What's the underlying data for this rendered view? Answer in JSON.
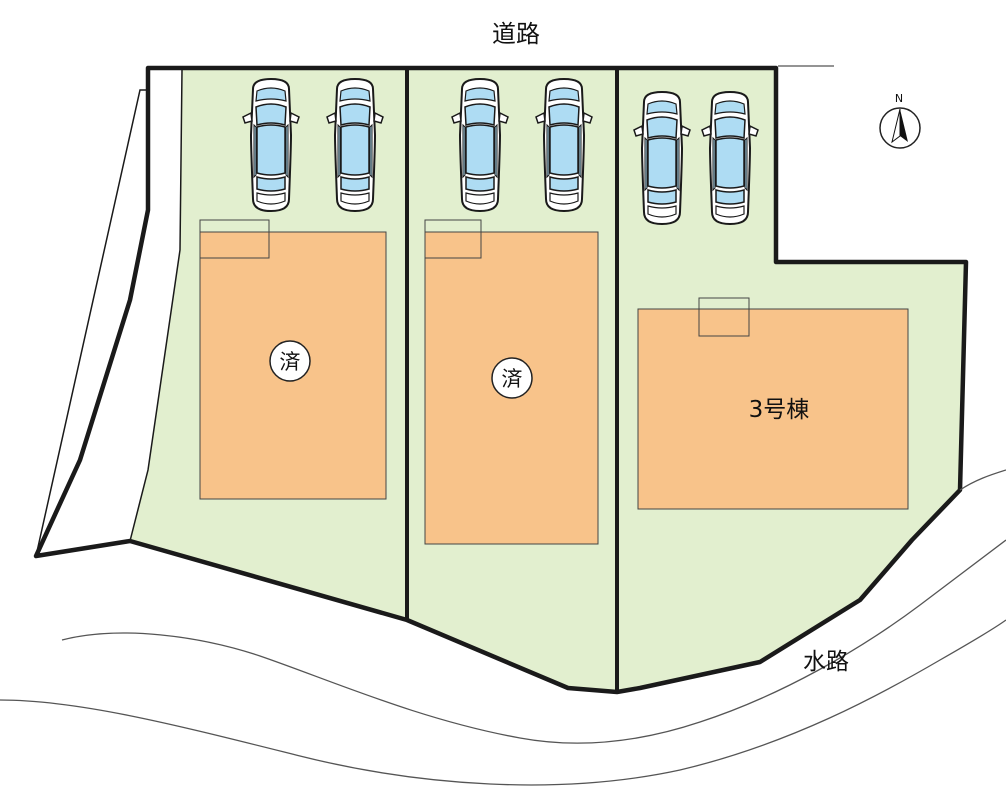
{
  "labels": {
    "road": "道路",
    "waterway": "水路",
    "compass_n": "N",
    "lot1_status": "済",
    "lot2_status": "済",
    "lot3_name": "3号棟"
  },
  "colors": {
    "lot_fill": "#e2efcf",
    "house_fill": "#f8c38a",
    "car_glass": "#aedcf3",
    "outline": "#1a1a1a"
  },
  "icons": {
    "compass": "north-arrow-icon",
    "car": "car-icon"
  },
  "counts": {
    "cars_per_lot": 2
  }
}
